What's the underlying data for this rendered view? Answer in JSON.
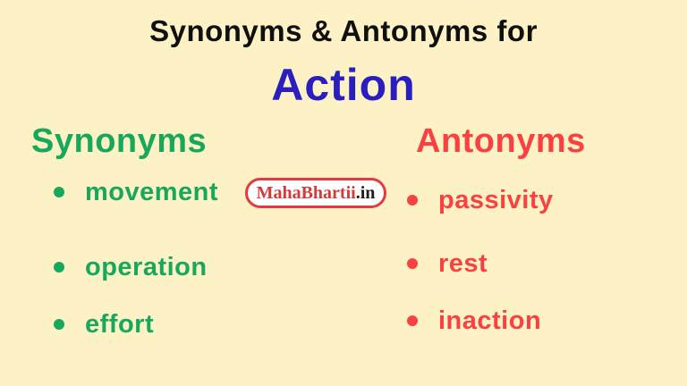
{
  "header": {
    "title": "Synonyms & Antonyms for",
    "word": "Action"
  },
  "synonyms": {
    "heading": "Synonyms",
    "items": [
      "movement",
      "operation",
      "effort"
    ]
  },
  "antonyms": {
    "heading": "Antonyms",
    "items": [
      "passivity",
      "rest",
      "inaction"
    ]
  },
  "badge": {
    "brand": "MahaBhartii",
    "suffix": ".in"
  },
  "colors": {
    "background": "#fcf2c5",
    "title_text": "#101010",
    "word_text": "#2a1fbe",
    "synonyms_text": "#18a85c",
    "antonyms_text": "#f94141",
    "badge_border": "#e23b3b",
    "badge_brand_text": "#d33b3b",
    "badge_suffix_text": "#1d1d1d",
    "badge_background": "#ffffff"
  }
}
